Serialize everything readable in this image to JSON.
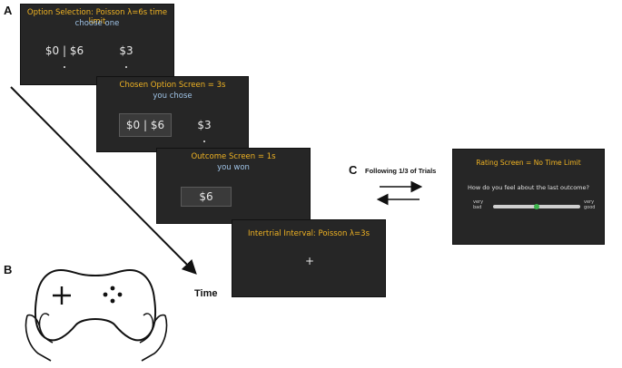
{
  "panels": {
    "a": "A",
    "b": "B",
    "c": "C"
  },
  "option_screen": {
    "title": "Option Selection: Poisson λ=6s time limit",
    "subtitle": "choose one",
    "left_option": "$0 | $6",
    "right_option": "$3"
  },
  "chosen_screen": {
    "title": "Chosen Option Screen = 3s",
    "subtitle": "you chose",
    "left_option": "$0 | $6",
    "right_option": "$3"
  },
  "outcome_screen": {
    "title": "Outcome Screen = 1s",
    "subtitle": "you won",
    "outcome": "$6"
  },
  "iti_screen": {
    "title": "Intertrial Interval: Poisson λ=3s",
    "fixation": "+"
  },
  "rating_screen": {
    "title": "Rating Screen = No Time Limit",
    "question": "How do you feel about the last outcome?",
    "low_anchor_1": "very",
    "low_anchor_2": "bad",
    "high_anchor_1": "very",
    "high_anchor_2": "good",
    "slider_value": 0.5
  },
  "time_axis": {
    "label": "Time"
  },
  "transition": {
    "label": "Following 1/3 of Trials"
  },
  "icons": {
    "controller": "gamepad-icon",
    "hands": "hands-icon"
  },
  "colors": {
    "screen_bg": "#262626",
    "title": "#f0b323",
    "subtitle": "#9fc3e6",
    "knob": "#3cb44b"
  }
}
